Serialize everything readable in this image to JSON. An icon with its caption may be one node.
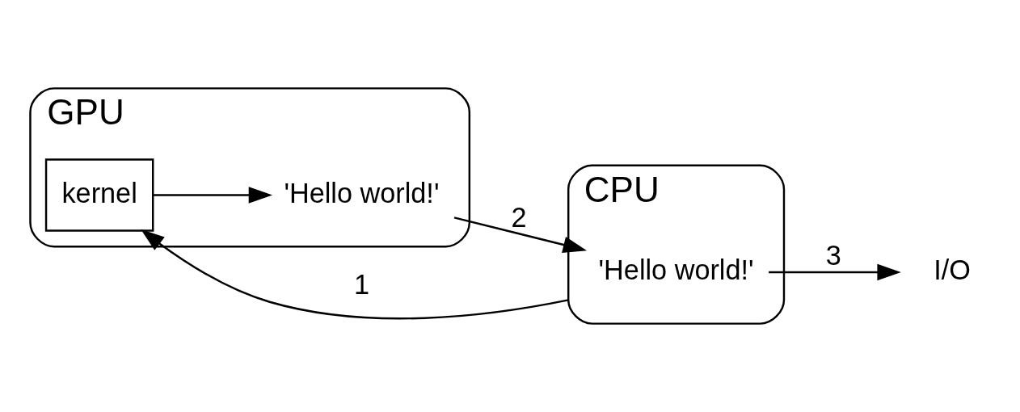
{
  "diagram": {
    "nodes": [
      {
        "text": [
          "CPU"
        ]
      },
      {
        "text": [
          "GPU"
        ]
      },
      {
        "text": [
          "kernel"
        ],
        "in": 1
      },
      {
        "text": [
          "'Hello world!'"
        ],
        "in": 1
      },
      {
        "text": [
          "'Hello world!'"
        ],
        "in": 0
      },
      {
        "text": [
          "I/O"
        ]
      }
    ],
    "edges": [
      {
        "from": 0,
        "to": 2,
        "arrow": "to",
        "label": "1"
      },
      {
        "from": 2,
        "to": 3,
        "arrow": "to"
      },
      {
        "from": 3,
        "to": 4,
        "arrow": "to",
        "label": "2"
      },
      {
        "from": 4,
        "to": 5,
        "arrow": "to",
        "label": "3"
      }
    ]
  }
}
